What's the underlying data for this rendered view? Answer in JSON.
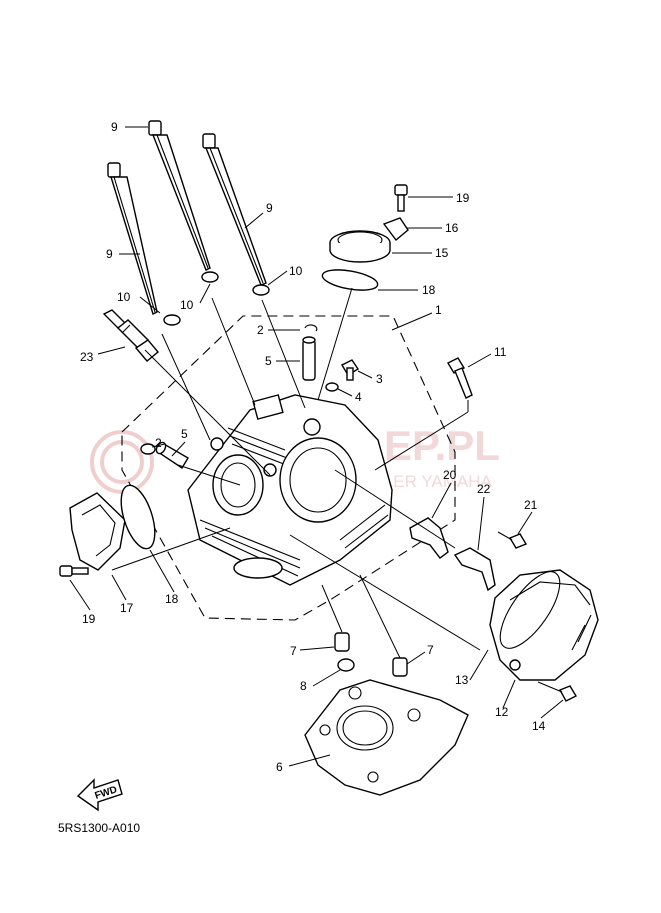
{
  "diagram_code": "5RS1300-A010",
  "fwd_label": "FWD",
  "watermark": {
    "brand": "SKLEP.PL",
    "tagline": "... DEALER YAMAHA"
  },
  "callouts": [
    {
      "id": "c9a",
      "text": "9"
    },
    {
      "id": "c9b",
      "text": "9"
    },
    {
      "id": "c9c",
      "text": "9"
    },
    {
      "id": "c10a",
      "text": "10"
    },
    {
      "id": "c10b",
      "text": "10"
    },
    {
      "id": "c10c",
      "text": "10"
    },
    {
      "id": "c2a",
      "text": "2"
    },
    {
      "id": "c2b",
      "text": "2"
    },
    {
      "id": "c5a",
      "text": "5"
    },
    {
      "id": "c5b",
      "text": "5"
    },
    {
      "id": "c23",
      "text": "23"
    },
    {
      "id": "c19a",
      "text": "19"
    },
    {
      "id": "c19b",
      "text": "19"
    },
    {
      "id": "c16",
      "text": "16"
    },
    {
      "id": "c15",
      "text": "15"
    },
    {
      "id": "c18a",
      "text": "18"
    },
    {
      "id": "c18b",
      "text": "18"
    },
    {
      "id": "c1",
      "text": "1"
    },
    {
      "id": "c3",
      "text": "3"
    },
    {
      "id": "c4",
      "text": "4"
    },
    {
      "id": "c11",
      "text": "11"
    },
    {
      "id": "c20",
      "text": "20"
    },
    {
      "id": "c22",
      "text": "22"
    },
    {
      "id": "c21",
      "text": "21"
    },
    {
      "id": "c17",
      "text": "17"
    },
    {
      "id": "c7a",
      "text": "7"
    },
    {
      "id": "c7b",
      "text": "7"
    },
    {
      "id": "c8",
      "text": "8"
    },
    {
      "id": "c13",
      "text": "13"
    },
    {
      "id": "c12",
      "text": "12"
    },
    {
      "id": "c14",
      "text": "14"
    },
    {
      "id": "c6",
      "text": "6"
    }
  ]
}
